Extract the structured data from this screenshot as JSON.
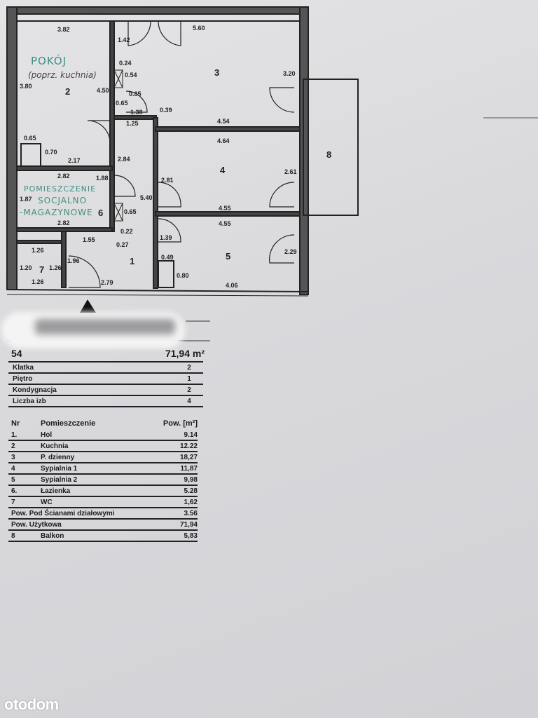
{
  "plan": {
    "rooms": [
      "1",
      "2",
      "3",
      "4",
      "5",
      "6",
      "7",
      "8"
    ],
    "dimensions": [
      "3.82",
      "5.60",
      "1.42",
      "0.24",
      "0.54",
      "0.65",
      "0.85",
      "1.38",
      "1.25",
      "0.39",
      "3.20",
      "4.54",
      "4.64",
      "4.50",
      "3.80",
      "0.65",
      "0.70",
      "2.17",
      "2.84",
      "2.82",
      "2.81",
      "4.55",
      "4.55",
      "2.61",
      "1.87",
      "1.88",
      "5.40",
      "0.65",
      "2.82",
      "0.22",
      "1.55",
      "0.27",
      "1.39",
      "0.49",
      "1.26",
      "1.20",
      "1.26",
      "1.26",
      "1.96",
      "0.80",
      "2.79",
      "4.06",
      "2.29"
    ],
    "handwritten": {
      "room2_line1": "POKÓJ",
      "room2_line2": "(poprz. kuchnia)",
      "room6_line1": "POMIESZCZENIE",
      "room6_line2": "SOCJALNO",
      "room6_line3": "-MAGAZYNOWE"
    }
  },
  "summary": {
    "unit": "54",
    "area": "71,94 m²"
  },
  "info": [
    {
      "key": "Klatka",
      "value": "2"
    },
    {
      "key": "Piętro",
      "value": "1"
    },
    {
      "key": "Kondygnacja",
      "value": "2"
    },
    {
      "key": "Liczba izb",
      "value": "4"
    }
  ],
  "rooms_table": {
    "headers": {
      "nr": "Nr",
      "name": "Pomieszczenie",
      "area": "Pow. [m²]"
    },
    "rows": [
      {
        "nr": "1.",
        "name": "Hol",
        "area": "9.14"
      },
      {
        "nr": "2",
        "name": "Kuchnia",
        "area": "12.22"
      },
      {
        "nr": "3",
        "name": "P. dzienny",
        "area": "18,27"
      },
      {
        "nr": "4",
        "name": "Sypialnia 1",
        "area": "11,87"
      },
      {
        "nr": "5",
        "name": "Sypialnia 2",
        "area": "9,98"
      },
      {
        "nr": "6.",
        "name": "Łazienka",
        "area": "5.28"
      },
      {
        "nr": "7",
        "name": "WC",
        "area": "1,62"
      }
    ],
    "walls": {
      "label": "Pow. Pod Ścianami działowymi",
      "area": "3.56"
    },
    "usable": {
      "label": "Pow. Użytkowa",
      "area": "71,94"
    },
    "balcony": {
      "nr": "8",
      "name": "Balkon",
      "area": "5,83"
    }
  },
  "logo": "otodom"
}
